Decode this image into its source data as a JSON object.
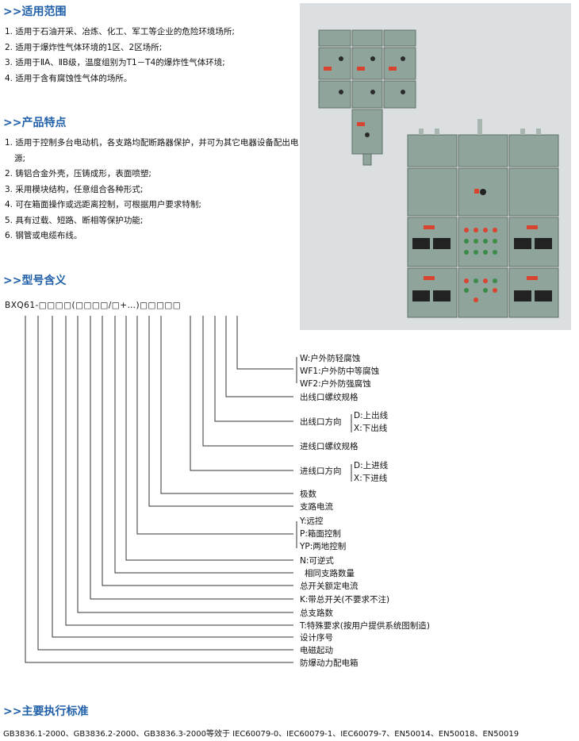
{
  "sections": {
    "scope_title": ">>适用范围",
    "features_title": ">>产品特点",
    "model_title": ">>型号含义",
    "standards_title": ">>主要执行标准"
  },
  "scope": [
    "1. 适用于石油开采、冶炼、化工、军工等企业的危险环境场所;",
    "2. 适用于爆炸性气体环境的1区、2区场所;",
    "3. 适用于ⅡA、ⅡB级，温度组别为T1－T4的爆炸性气体环境;",
    "4. 适用于含有腐蚀性气体的场所。"
  ],
  "features": [
    "1. 适用于控制多台电动机，各支路均配断路器保护，并可为其它电器设备配出电源;",
    "2. 铸铝合金外壳，压铸成形，表面喷塑;",
    "3. 采用模块结构，任意组合各种形式;",
    "4. 可在箱面操作或远距离控制，可根据用户要求特制;",
    "5. 具有过载、短路、断相等保护功能;",
    "6. 钢管或电缆布线。"
  ],
  "model_code": "BXQ61-□□□□(□□□□/□+…)□□□□□",
  "labels": {
    "w": "W:户外防轻腐蚀",
    "wf1": "WF1:户外防中等腐蚀",
    "wf2": "WF2:户外防强腐蚀",
    "out_thread": "出线口螺纹规格",
    "out_dir": "出线口方向",
    "out_d": "D:上出线",
    "out_x": "X:下出线",
    "in_thread": "进线口螺纹规格",
    "in_dir": "进线口方向",
    "in_d": "D:上进线",
    "in_x": "X:下进线",
    "poles": "极数",
    "branch_current": "支路电流",
    "y": "Y:远控",
    "p": "P:箱面控制",
    "yp": "YP:两地控制",
    "n": "N:可逆式",
    "same_count": "相同支路数量",
    "main_current": "总开关额定电流",
    "k": "K:带总开关(不要求不注)",
    "total_branches": "总支路数",
    "t": "T:特殊要求(按用户提供系统图制造)",
    "design_no": "设计序号",
    "em_start": "电磁起动",
    "box": "防爆动力配电箱"
  },
  "standards": "GB3836.1-2000、GB3836.2-2000、GB3836.3-2000等效于 IEC60079-0、IEC60079-1、IEC60079-7、EN50014、EN50018、EN50019",
  "panel_colors": {
    "enclosure": "#8fa59b",
    "badge": "#d8442f",
    "photo_bg": "#dcdfe2"
  }
}
